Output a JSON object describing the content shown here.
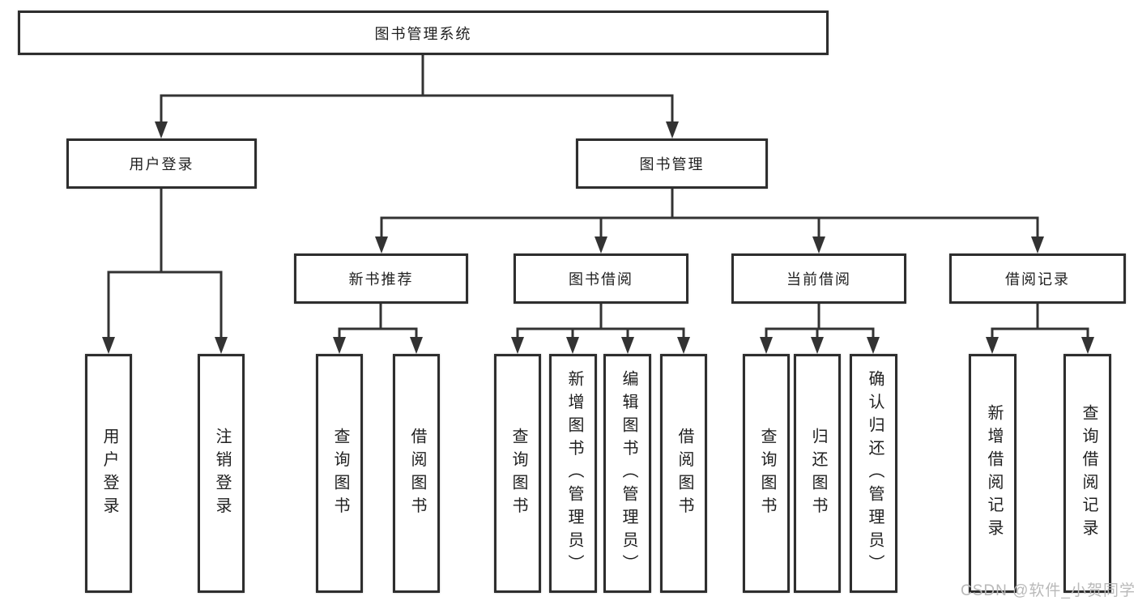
{
  "diagram": {
    "title": "图书管理系统",
    "watermark": "CSDN @软件_小贺同学",
    "colors": {
      "line": "#333333",
      "box_border": "#2e2e2e",
      "text": "#1f1f1f",
      "watermark": "#b9b9b9",
      "background": "#ffffff"
    },
    "structure": [
      {
        "parent": "图书管理系统",
        "children": [
          "用户登录",
          "图书管理"
        ]
      },
      {
        "parent": "用户登录",
        "children": [
          "用户登录",
          "注销登录"
        ]
      },
      {
        "parent": "图书管理",
        "children": [
          "新书推荐",
          "图书借阅",
          "当前借阅",
          "借阅记录"
        ]
      },
      {
        "parent": "新书推荐",
        "children": [
          "查询图书",
          "借阅图书"
        ]
      },
      {
        "parent": "图书借阅",
        "children": [
          "查询图书",
          "新增图书（管理员）",
          "编辑图书（管理员）",
          "借阅图书"
        ]
      },
      {
        "parent": "当前借阅",
        "children": [
          "查询图书",
          "归还图书",
          "确认归还（管理员）"
        ]
      },
      {
        "parent": "借阅记录",
        "children": [
          "新增借阅记录",
          "查询借阅记录"
        ]
      }
    ]
  },
  "nodes": {
    "root": {
      "label": "图书管理系统"
    },
    "user_login": {
      "label": "用户登录"
    },
    "book_mgmt": {
      "label": "图书管理"
    },
    "new_book_rec": {
      "label": "新书推荐"
    },
    "book_borrow": {
      "label": "图书借阅"
    },
    "current_borrow": {
      "label": "当前借阅"
    },
    "borrow_record": {
      "label": "借阅记录"
    },
    "leaf_user_login": {
      "label": "用户登录"
    },
    "leaf_logout": {
      "label": "注销登录"
    },
    "leaf_query_book_rec": {
      "label": "查询图书"
    },
    "leaf_borrow_book_rec": {
      "label": "借阅图书"
    },
    "leaf_query_book_borrow": {
      "label": "查询图书"
    },
    "leaf_add_book": {
      "label": "新增图书（管理员）"
    },
    "leaf_edit_book": {
      "label": "编辑图书（管理员）"
    },
    "leaf_borrow_book_borrow": {
      "label": "借阅图书"
    },
    "leaf_query_book_current": {
      "label": "查询图书"
    },
    "leaf_return_book": {
      "label": "归还图书"
    },
    "leaf_confirm_return": {
      "label": "确认归还（管理员）"
    },
    "leaf_add_record": {
      "label": "新增借阅记录"
    },
    "leaf_query_record": {
      "label": "查询借阅记录"
    }
  }
}
